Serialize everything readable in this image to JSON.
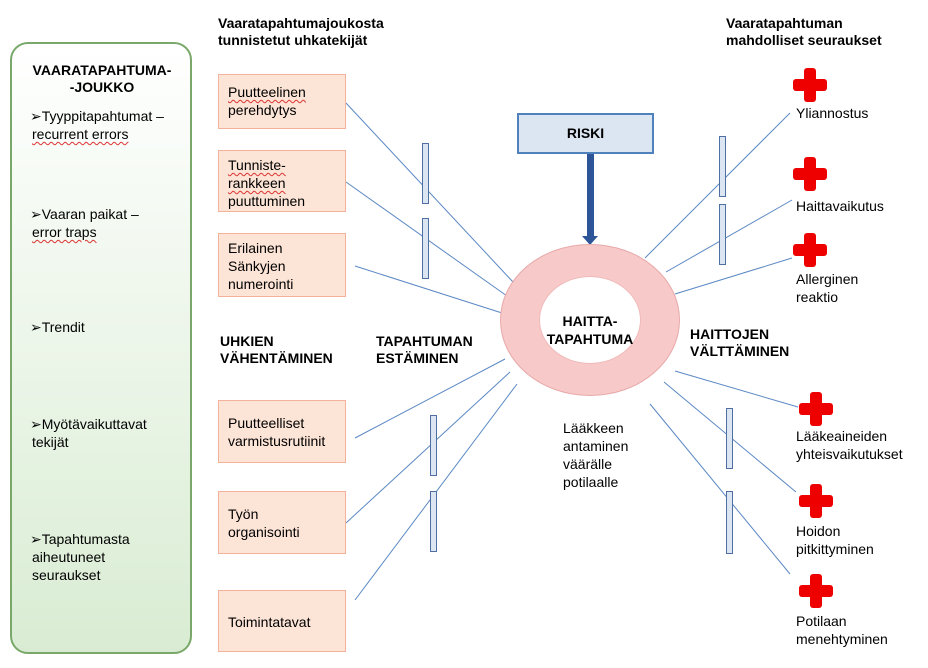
{
  "left_panel": {
    "title_line1": "VAARATAPAHTUMA-",
    "title_line2": "-JOUKKO",
    "items": [
      {
        "line1": "➢Tyyppitapahtumat –",
        "line2": "recurrent errors"
      },
      {
        "line1": "➢Vaaran paikat –",
        "line2": "error traps"
      },
      {
        "line1": "➢Trendit",
        "line2": ""
      },
      {
        "line1": "➢Myötävaikuttavat",
        "line2": "tekijät"
      },
      {
        "line1": "➢Tapahtumasta",
        "line2": "aiheutuneet",
        "line3": "seuraukset"
      }
    ]
  },
  "headings": {
    "threats_line1": "Vaaratapahtumajoukosta",
    "threats_line2": "tunnistetut uhkatekijät",
    "consequences_line1": "Vaaratapahtuman",
    "consequences_line2": "mahdolliset seuraukset",
    "reduce_line1": "UHKIEN",
    "reduce_line2": "VÄHENTÄMINEN",
    "prevent_line1": "TAPAHTUMAN",
    "prevent_line2": "ESTÄMINEN",
    "avoid_line1": "HAITTOJEN",
    "avoid_line2": "VÄLTTÄMINEN"
  },
  "threats": [
    {
      "line1": "Puutteelinen",
      "line2": "perehdytys",
      "line3": ""
    },
    {
      "line1": "Tunniste-",
      "line2": "rankkeen",
      "line3": "puuttuminen"
    },
    {
      "line1": "Erilainen",
      "line2": "Sänkyjen",
      "line3": "numerointi"
    },
    {
      "line1": "Puutteelliset",
      "line2": "varmistusrutiinit",
      "line3": ""
    },
    {
      "line1": "Työn",
      "line2": "organisointi",
      "line3": ""
    },
    {
      "line1": "Toimintatavat",
      "line2": "",
      "line3": ""
    }
  ],
  "risk": {
    "label": "RISKI"
  },
  "center": {
    "line1": "HAITTA-",
    "line2": "TAPAHTUMA",
    "desc_line1": "Lääkkeen",
    "desc_line2": "antaminen",
    "desc_line3": "väärälle",
    "desc_line4": "potilaalle"
  },
  "consequences": [
    {
      "line1": "Yliannostus",
      "line2": ""
    },
    {
      "line1": "Haittavaikutus",
      "line2": ""
    },
    {
      "line1": "Allerginen",
      "line2": "reaktio"
    },
    {
      "line1": "Lääkeaineiden",
      "line2": "yhteisvaikutukset"
    },
    {
      "line1": "Hoidon",
      "line2": "pitkittyminen"
    },
    {
      "line1": "Potilaan",
      "line2": "menehtyminen"
    }
  ],
  "colors": {
    "panel_border": "#79a86a",
    "threat_fill": "#fce4d6",
    "barrier_fill": "#dce6f2",
    "line": "#4f81bd",
    "ring": "#f7cac9",
    "cross": "#ee0000"
  },
  "icons": {
    "consequence": "red-cross-icon",
    "arrow": "arrow-down-icon"
  }
}
